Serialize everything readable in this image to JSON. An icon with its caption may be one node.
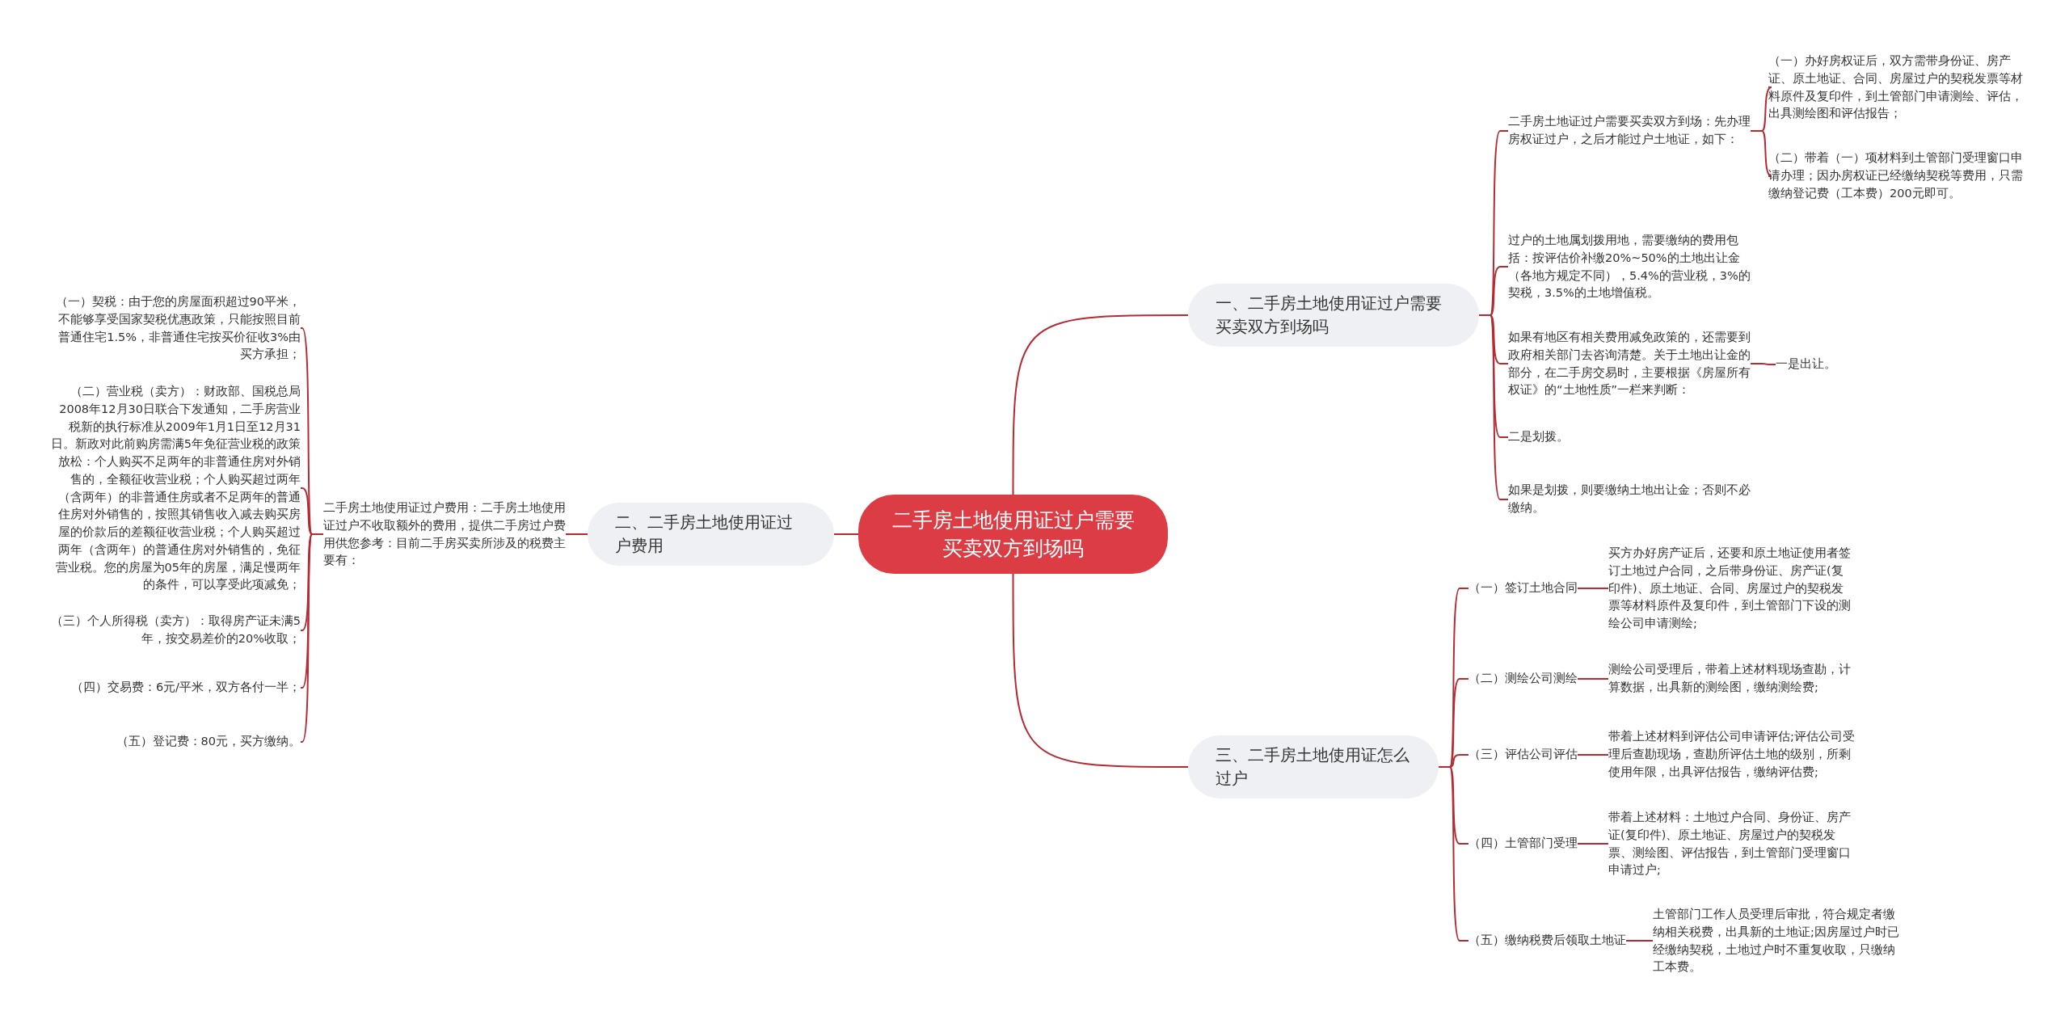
{
  "diagram": {
    "nodes": [
      {
        "text": [
          "二手房土地使用证过户需要买卖双方到场吗"
        ]
      },
      {
        "text": [
          "一、二手房土地使用证过户需要买卖双方到场吗"
        ]
      },
      {
        "text": [
          "二、二手房土地使用证过户费用"
        ]
      },
      {
        "text": [
          "三、二手房土地使用证怎么过户"
        ]
      },
      {
        "text": [
          "二手房土地证过户需要买卖双方到场：先办理房权证过户，之后才能过户土地证，如下："
        ]
      },
      {
        "text": [
          "（一）办好房权证后，双方需带身份证、房产证、原土地证、合同、房屋过户的契税发票等材料原件及复印件，到土管部门申请测绘、评估，出具测绘图和评估报告；"
        ]
      },
      {
        "text": [
          "（二）带着（一）项材料到土管部门受理窗口申请办理；因办房权证已经缴纳契税等费用，只需缴纳登记费（工本费）200元即可。"
        ]
      },
      {
        "text": [
          "过户的土地属划拨用地，需要缴纳的费用包括：按评估价补缴20%~50%的土地出让金（各地方规定不同），5.4%的营业税，3%的契税，3.5%的土地增值税。"
        ]
      },
      {
        "text": [
          "如果有地区有相关费用减免政策的，还需要到政府相关部门去咨询清楚。关于土地出让金的部分，在二手房交易时，主要根据《房屋所有权证》的“土地性质”一栏来判断："
        ]
      },
      {
        "text": [
          "一是出让。"
        ]
      },
      {
        "text": [
          "二是划拨。"
        ]
      },
      {
        "text": [
          "如果是划拨，则要缴纳土地出让金；否则不必缴纳。"
        ]
      },
      {
        "text": [
          "二手房土地使用证过户费用：二手房土地使用证过户不收取额外的费用，提供二手房过户费用供您参考：目前二手房买卖所涉及的税费主要有："
        ]
      },
      {
        "text": [
          "（一）契税：由于您的房屋面积超过90平米，不能够享受国家契税优惠政策，只能按照目前普通住宅1.5%，非普通住宅按买价征收3%由买方承担；"
        ]
      },
      {
        "text": [
          "（二）营业税（卖方）：财政部、国税总局2008年12月30日联合下发通知，二手房营业税新的执行标准从2009年1月1日至12月31日。新政对此前购房需满5年免征营业税的政策放松：个人购买不足两年的非普通住房对外销售的，全额征收营业税；个人购买超过两年（含两年）的非普通住房或者不足两年的普通住房对外销售的，按照其销售收入减去购买房屋的价款后的差额征收营业税；个人购买超过两年（含两年）的普通住房对外销售的，免征营业税。您的房屋为05年的房屋，满足慢两年的条件，可以享受此项减免；"
        ]
      },
      {
        "text": [
          "（三）个人所得税（卖方）：取得房产证未满5年，按交易差价的20%收取；"
        ]
      },
      {
        "text": [
          "（四）交易费：6元/平米，双方各付一半；"
        ]
      },
      {
        "text": [
          "（五）登记费：80元，买方缴纳。"
        ]
      },
      {
        "text": [
          "（一）签订土地合同"
        ]
      },
      {
        "text": [
          "买方办好房产证后，还要和原土地证使用者签订土地过户合同，之后带身份证、房产证(复印件)、原土地证、合同、房屋过户的契税发票等材料原件及复印件，到土管部门下设的测绘公司申请测绘;"
        ]
      },
      {
        "text": [
          "（二）测绘公司测绘"
        ]
      },
      {
        "text": [
          "测绘公司受理后，带着上述材料现场查勘，计算数据，出具新的测绘图，缴纳测绘费;"
        ]
      },
      {
        "text": [
          "（三）评估公司评估"
        ]
      },
      {
        "text": [
          "带着上述材料到评估公司申请评估;评估公司受理后查勘现场，查勘所评估土地的级别，所剩使用年限，出具评估报告，缴纳评估费;"
        ]
      },
      {
        "text": [
          "（四）土管部门受理"
        ]
      },
      {
        "text": [
          "带着上述材料：土地过户合同、身份证、房产证(复印件)、原土地证、房屋过户的契税发票、测绘图、评估报告，到土管部门受理窗口申请过户;"
        ]
      },
      {
        "text": [
          "（五）缴纳税费后领取土地证"
        ]
      },
      {
        "text": [
          "土管部门工作人员受理后审批，符合规定者缴纳相关税费，出具新的土地证;因房屋过户时已经缴纳契税，土地过户时不重复收取，只缴纳工本费。"
        ]
      }
    ],
    "edges": [
      {
        "from": 0,
        "to": 1,
        "arrow": "none"
      },
      {
        "from": 0,
        "to": 2,
        "arrow": "none"
      },
      {
        "from": 0,
        "to": 3,
        "arrow": "none"
      },
      {
        "from": 1,
        "to": 4,
        "arrow": "none"
      },
      {
        "from": 4,
        "to": 5,
        "arrow": "none"
      },
      {
        "from": 4,
        "to": 6,
        "arrow": "none"
      },
      {
        "from": 1,
        "to": 7,
        "arrow": "none"
      },
      {
        "from": 1,
        "to": 8,
        "arrow": "none"
      },
      {
        "from": 8,
        "to": 9,
        "arrow": "none"
      },
      {
        "from": 1,
        "to": 10,
        "arrow": "none"
      },
      {
        "from": 1,
        "to": 11,
        "arrow": "none"
      },
      {
        "from": 2,
        "to": 12,
        "arrow": "none"
      },
      {
        "from": 12,
        "to": 13,
        "arrow": "none"
      },
      {
        "from": 12,
        "to": 14,
        "arrow": "none"
      },
      {
        "from": 12,
        "to": 15,
        "arrow": "none"
      },
      {
        "from": 12,
        "to": 16,
        "arrow": "none"
      },
      {
        "from": 12,
        "to": 17,
        "arrow": "none"
      },
      {
        "from": 3,
        "to": 18,
        "arrow": "none"
      },
      {
        "from": 18,
        "to": 19,
        "arrow": "none"
      },
      {
        "from": 3,
        "to": 20,
        "arrow": "none"
      },
      {
        "from": 20,
        "to": 21,
        "arrow": "none"
      },
      {
        "from": 3,
        "to": 22,
        "arrow": "none"
      },
      {
        "from": 22,
        "to": 23,
        "arrow": "none"
      },
      {
        "from": 3,
        "to": 24,
        "arrow": "none"
      },
      {
        "from": 24,
        "to": 25,
        "arrow": "none"
      },
      {
        "from": 3,
        "to": 26,
        "arrow": "none"
      },
      {
        "from": 26,
        "to": 27,
        "arrow": "none"
      }
    ]
  }
}
